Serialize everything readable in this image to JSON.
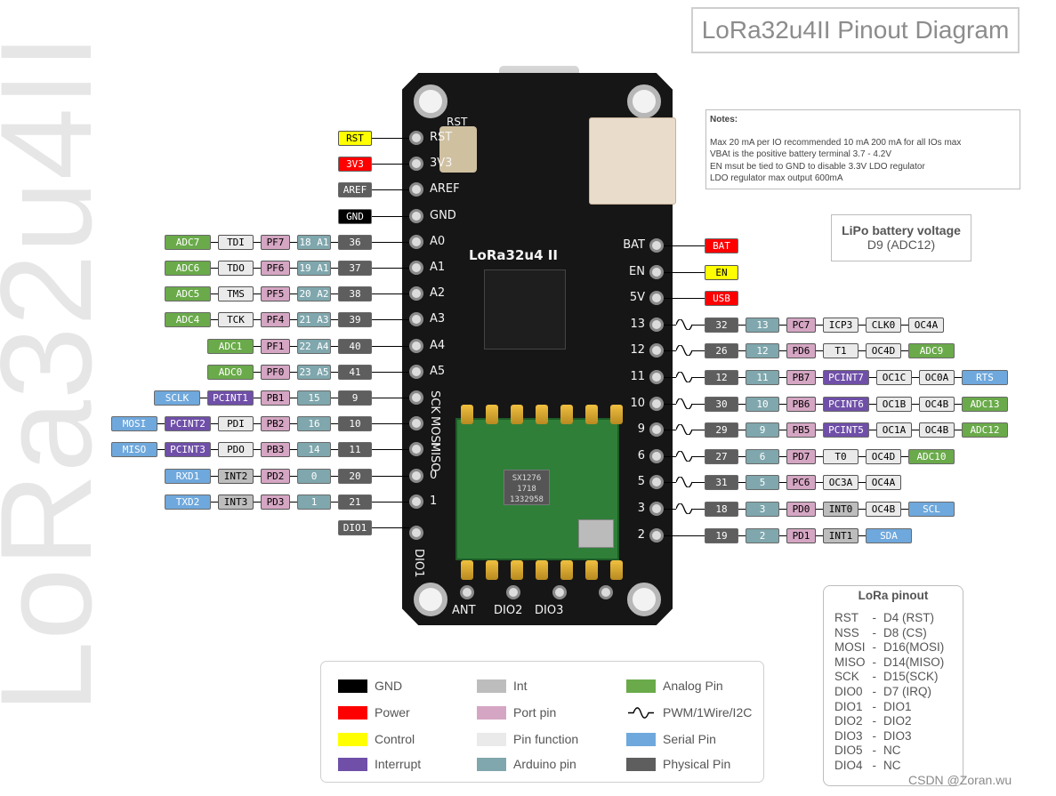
{
  "vertical_title": "LoRa32u4II",
  "title": "LoRa32u4II Pinout Diagram",
  "notes": {
    "heading": "Notes:",
    "lines": [
      "Max 20 mA per IO recommended 10 mA 200 mA for all IOs max",
      "VBAt is the positive battery terminal 3.7 - 4.2V",
      "EN msut be tied to GND to disable 3.3V LDO regulator",
      "LDO regulator max output 600mA"
    ]
  },
  "lipo": {
    "title": "LiPo battery voltage",
    "value": "D9 (ADC12)"
  },
  "lora_pinout": {
    "title": "LoRa pinout",
    "rows": [
      [
        "RST",
        "-",
        "D4 (RST)"
      ],
      [
        "NSS",
        "-",
        "D8 (CS)"
      ],
      [
        "MOSI",
        "-",
        "D16(MOSI)"
      ],
      [
        "MISO",
        "-",
        "D14(MISO)"
      ],
      [
        "SCK",
        "-",
        "D15(SCK)"
      ],
      [
        "DIO0",
        "-",
        "D7 (IRQ)"
      ],
      [
        "DIO1",
        "-",
        "DIO1"
      ],
      [
        "DIO2",
        "-",
        "DIO2"
      ],
      [
        "DIO3",
        "-",
        "DIO3"
      ],
      [
        "DIO5",
        "-",
        "NC"
      ],
      [
        "DIO4",
        "-",
        "NC"
      ]
    ]
  },
  "legend": [
    {
      "label": "GND",
      "color": "#000000"
    },
    {
      "label": "Power",
      "color": "#ff0000"
    },
    {
      "label": "Control",
      "color": "#ffff00"
    },
    {
      "label": "Interrupt",
      "color": "#6f4fa8"
    },
    {
      "label": "Int",
      "color": "#bdbdbd"
    },
    {
      "label": "Port pin",
      "color": "#d5a6c3"
    },
    {
      "label": "Pin function",
      "color": "#eaeaea"
    },
    {
      "label": "Arduino pin",
      "color": "#7fa7ad"
    },
    {
      "label": "Analog Pin",
      "color": "#6aaa4a"
    },
    {
      "label": "PWM/1Wire/I2C",
      "color": ""
    },
    {
      "label": "Serial Pin",
      "color": "#6fa8dc"
    },
    {
      "label": "Physical Pin",
      "color": "#5e5e5e"
    }
  ],
  "colors": {
    "gnd": "#000000",
    "power": "#ff0000",
    "control": "#ffff00",
    "interrupt": "#6f4fa8",
    "int": "#bdbdbd",
    "port": "#d5a6c3",
    "function": "#eaeaea",
    "arduino": "#7fa7ad",
    "analog": "#6aaa4a",
    "serial": "#6fa8dc",
    "physical": "#5e5e5e"
  },
  "board": {
    "left_silk": [
      "RST",
      "3V3",
      "AREF",
      "GND",
      "A0",
      "A1",
      "A2",
      "A3",
      "A4",
      "A5",
      "SCK",
      "MOSI",
      "MISO",
      "0",
      "1"
    ],
    "right_silk": [
      "BAT",
      "EN",
      "5V",
      "13",
      "12",
      "11",
      "10",
      "9",
      "6",
      "5",
      "3",
      "2"
    ],
    "top_silk": "RST",
    "name": "LoRa32u4 II",
    "bottom_silk": [
      "ANT",
      "DIO2",
      "DIO3"
    ],
    "dio1_silk": "DIO1",
    "rf_chip": [
      "SX1276",
      "1718",
      "1332958"
    ]
  },
  "left_rows": [
    {
      "tags": [
        {
          "t": "RST",
          "k": "control"
        }
      ]
    },
    {
      "tags": [
        {
          "t": "3V3",
          "k": "power"
        }
      ]
    },
    {
      "tags": [
        {
          "t": "AREF",
          "k": "physical"
        }
      ]
    },
    {
      "tags": [
        {
          "t": "GND",
          "k": "gnd"
        }
      ]
    },
    {
      "tags": [
        {
          "t": "ADC7",
          "k": "analog"
        },
        {
          "t": "TDI",
          "k": "function"
        },
        {
          "t": "PF7",
          "k": "port"
        },
        {
          "t": "18 A1",
          "k": "arduino"
        },
        {
          "t": "36",
          "k": "physical"
        }
      ]
    },
    {
      "tags": [
        {
          "t": "ADC6",
          "k": "analog"
        },
        {
          "t": "TDO",
          "k": "function"
        },
        {
          "t": "PF6",
          "k": "port"
        },
        {
          "t": "19 A1",
          "k": "arduino"
        },
        {
          "t": "37",
          "k": "physical"
        }
      ]
    },
    {
      "tags": [
        {
          "t": "ADC5",
          "k": "analog"
        },
        {
          "t": "TMS",
          "k": "function"
        },
        {
          "t": "PF5",
          "k": "port"
        },
        {
          "t": "20 A2",
          "k": "arduino"
        },
        {
          "t": "38",
          "k": "physical"
        }
      ]
    },
    {
      "tags": [
        {
          "t": "ADC4",
          "k": "analog"
        },
        {
          "t": "TCK",
          "k": "function"
        },
        {
          "t": "PF4",
          "k": "port"
        },
        {
          "t": "21 A3",
          "k": "arduino"
        },
        {
          "t": "39",
          "k": "physical"
        }
      ]
    },
    {
      "tags": [
        {
          "t": "ADC1",
          "k": "analog"
        },
        {
          "t": "PF1",
          "k": "port"
        },
        {
          "t": "22 A4",
          "k": "arduino"
        },
        {
          "t": "40",
          "k": "physical"
        }
      ]
    },
    {
      "tags": [
        {
          "t": "ADC0",
          "k": "analog"
        },
        {
          "t": "PF0",
          "k": "port"
        },
        {
          "t": "23 A5",
          "k": "arduino"
        },
        {
          "t": "41",
          "k": "physical"
        }
      ]
    },
    {
      "tags": [
        {
          "t": "SCLK",
          "k": "serial"
        },
        {
          "t": "PCINT1",
          "k": "interrupt"
        },
        {
          "t": "PB1",
          "k": "port"
        },
        {
          "t": "15",
          "k": "arduino"
        },
        {
          "t": "9",
          "k": "physical"
        }
      ]
    },
    {
      "tags": [
        {
          "t": "MOSI",
          "k": "serial"
        },
        {
          "t": "PCINT2",
          "k": "interrupt"
        },
        {
          "t": "PDI",
          "k": "function"
        },
        {
          "t": "PB2",
          "k": "port"
        },
        {
          "t": "16",
          "k": "arduino"
        },
        {
          "t": "10",
          "k": "physical"
        }
      ]
    },
    {
      "tags": [
        {
          "t": "MISO",
          "k": "serial"
        },
        {
          "t": "PCINT3",
          "k": "interrupt"
        },
        {
          "t": "PDO",
          "k": "function"
        },
        {
          "t": "PB3",
          "k": "port"
        },
        {
          "t": "14",
          "k": "arduino"
        },
        {
          "t": "11",
          "k": "physical"
        }
      ]
    },
    {
      "tags": [
        {
          "t": "RXD1",
          "k": "serial"
        },
        {
          "t": "INT2",
          "k": "int"
        },
        {
          "t": "PD2",
          "k": "port"
        },
        {
          "t": "0",
          "k": "arduino"
        },
        {
          "t": "20",
          "k": "physical"
        }
      ]
    },
    {
      "tags": [
        {
          "t": "TXD2",
          "k": "serial"
        },
        {
          "t": "INT3",
          "k": "int"
        },
        {
          "t": "PD3",
          "k": "port"
        },
        {
          "t": "1",
          "k": "arduino"
        },
        {
          "t": "21",
          "k": "physical"
        }
      ]
    },
    {
      "tags": [
        {
          "t": "DIO1",
          "k": "physical"
        }
      ]
    }
  ],
  "right_rows": [
    {
      "pwm": false,
      "tags": [
        {
          "t": "BAT",
          "k": "power"
        }
      ]
    },
    {
      "pwm": false,
      "tags": [
        {
          "t": "EN",
          "k": "control"
        }
      ]
    },
    {
      "pwm": false,
      "tags": [
        {
          "t": "USB",
          "k": "power"
        }
      ]
    },
    {
      "pwm": true,
      "tags": [
        {
          "t": "32",
          "k": "physical"
        },
        {
          "t": "13",
          "k": "arduino"
        },
        {
          "t": "PC7",
          "k": "port"
        },
        {
          "t": "ICP3",
          "k": "function"
        },
        {
          "t": "CLK0",
          "k": "function"
        },
        {
          "t": "OC4A",
          "k": "function"
        }
      ]
    },
    {
      "pwm": true,
      "tags": [
        {
          "t": "26",
          "k": "physical"
        },
        {
          "t": "12",
          "k": "arduino"
        },
        {
          "t": "PD6",
          "k": "port"
        },
        {
          "t": "T1",
          "k": "function"
        },
        {
          "t": "OC4D",
          "k": "function"
        },
        {
          "t": "ADC9",
          "k": "analog"
        }
      ]
    },
    {
      "pwm": true,
      "tags": [
        {
          "t": "12",
          "k": "physical"
        },
        {
          "t": "11",
          "k": "arduino"
        },
        {
          "t": "PB7",
          "k": "port"
        },
        {
          "t": "PCINT7",
          "k": "interrupt"
        },
        {
          "t": "OC1C",
          "k": "function"
        },
        {
          "t": "OC0A",
          "k": "function"
        },
        {
          "t": "RTS",
          "k": "serial"
        }
      ]
    },
    {
      "pwm": true,
      "tags": [
        {
          "t": "30",
          "k": "physical"
        },
        {
          "t": "10",
          "k": "arduino"
        },
        {
          "t": "PB6",
          "k": "port"
        },
        {
          "t": "PCINT6",
          "k": "interrupt"
        },
        {
          "t": "OC1B",
          "k": "function"
        },
        {
          "t": "OC4B",
          "k": "function"
        },
        {
          "t": "ADC13",
          "k": "analog"
        }
      ]
    },
    {
      "pwm": true,
      "tags": [
        {
          "t": "29",
          "k": "physical"
        },
        {
          "t": "9",
          "k": "arduino"
        },
        {
          "t": "PB5",
          "k": "port"
        },
        {
          "t": "PCINT5",
          "k": "interrupt"
        },
        {
          "t": "OC1A",
          "k": "function"
        },
        {
          "t": "OC4B",
          "k": "function"
        },
        {
          "t": "ADC12",
          "k": "analog"
        }
      ]
    },
    {
      "pwm": true,
      "tags": [
        {
          "t": "27",
          "k": "physical"
        },
        {
          "t": "6",
          "k": "arduino"
        },
        {
          "t": "PD7",
          "k": "port"
        },
        {
          "t": "T0",
          "k": "function"
        },
        {
          "t": "OC4D",
          "k": "function"
        },
        {
          "t": "ADC10",
          "k": "analog"
        }
      ]
    },
    {
      "pwm": true,
      "tags": [
        {
          "t": "31",
          "k": "physical"
        },
        {
          "t": "5",
          "k": "arduino"
        },
        {
          "t": "PC6",
          "k": "port"
        },
        {
          "t": "OC3A",
          "k": "function"
        },
        {
          "t": "OC4A",
          "k": "function"
        }
      ]
    },
    {
      "pwm": true,
      "tags": [
        {
          "t": "18",
          "k": "physical"
        },
        {
          "t": "3",
          "k": "arduino"
        },
        {
          "t": "PD0",
          "k": "port"
        },
        {
          "t": "INT0",
          "k": "int"
        },
        {
          "t": "OC4B",
          "k": "function"
        },
        {
          "t": "SCL",
          "k": "serial"
        }
      ]
    },
    {
      "pwm": false,
      "tags": [
        {
          "t": "19",
          "k": "physical"
        },
        {
          "t": "2",
          "k": "arduino"
        },
        {
          "t": "PD1",
          "k": "port"
        },
        {
          "t": "INT1",
          "k": "int"
        },
        {
          "t": "SDA",
          "k": "serial"
        }
      ]
    }
  ],
  "watermark": "CSDN @Zoran.wu"
}
